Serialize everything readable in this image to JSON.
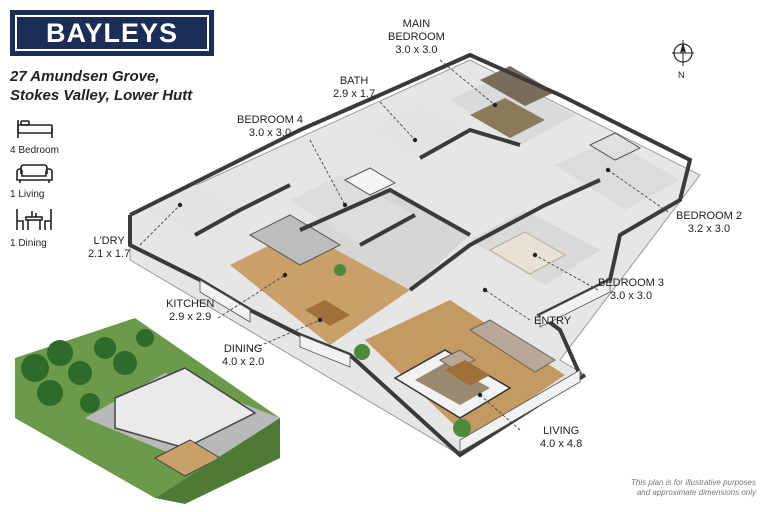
{
  "brand": {
    "name": "BAYLEYS",
    "color": "#1b2c57"
  },
  "address": {
    "line1": "27 Amundsen Grove,",
    "line2": "Stokes Valley, Lower Hutt"
  },
  "features": [
    {
      "icon": "bed-icon",
      "label": "4 Bedroom"
    },
    {
      "icon": "sofa-icon",
      "label": "1 Living"
    },
    {
      "icon": "dining-icon",
      "label": "1 Dining"
    }
  ],
  "compass": {
    "label": "N"
  },
  "rooms": {
    "main_bedroom": {
      "name_line1": "MAIN",
      "name_line2": "BEDROOM",
      "size": "3.0 x 3.0"
    },
    "bath": {
      "name": "BATH",
      "size": "2.9 x 1.7"
    },
    "bedroom4": {
      "name": "BEDROOM 4",
      "size": "3.0 x 3.0"
    },
    "bedroom2": {
      "name": "BEDROOM 2",
      "size": "3.2 x 3.0"
    },
    "laundry": {
      "name": "L'DRY",
      "size": "2.1 x 1.7"
    },
    "bedroom3": {
      "name": "BEDROOM 3",
      "size": "3.0 x 3.0"
    },
    "kitchen": {
      "name": "KITCHEN",
      "size": "2.9 x 2.9"
    },
    "entry": {
      "name": "ENTRY"
    },
    "dining": {
      "name": "DINING",
      "size": "4.0 x 2.0"
    },
    "living": {
      "name": "LIVING",
      "size": "4.0 x 4.8"
    }
  },
  "disclaimer": {
    "line1": "This plan is for illustrative purposes",
    "line2": "and approximate dimensions only"
  },
  "colors": {
    "wall": "#3a3a3a",
    "floor_wood": "#c9a06a",
    "floor_tile": "#d8d8d8",
    "wall_face": "#f2f2f2",
    "grass": "#4f8a3a"
  }
}
